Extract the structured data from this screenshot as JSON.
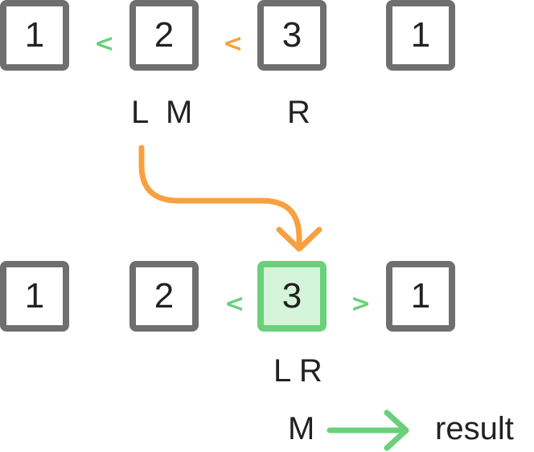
{
  "row1": {
    "cells": [
      "1",
      "2",
      "3",
      "1"
    ],
    "comparators": [
      "<",
      "<"
    ],
    "labels": {
      "under_cell_2": "L  M",
      "under_cell_3": "R"
    }
  },
  "row2": {
    "cells": [
      "1",
      "2",
      "3",
      "1"
    ],
    "comparators": [
      "<",
      ">"
    ],
    "labels": {
      "under_cell_3": "L R"
    }
  },
  "legend": {
    "from": "M",
    "to": "result"
  },
  "colors": {
    "box_border": "#6f6f6f",
    "highlight_border": "#6ad07c",
    "highlight_fill": "#d4f5d9",
    "green": "#6ad07c",
    "orange": "#f8a040"
  }
}
